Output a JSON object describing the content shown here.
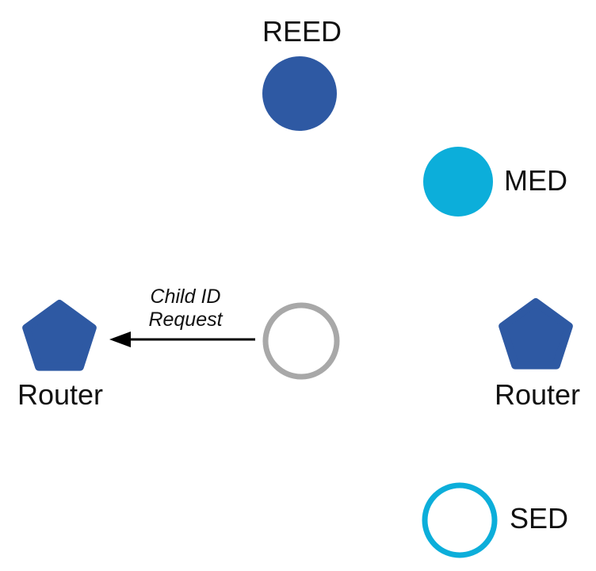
{
  "diagram": {
    "background": "#ffffff",
    "text_color": "#111111",
    "nodes": {
      "reed": {
        "label": "REED",
        "shape": "filled-circle",
        "color": "#2e59a3"
      },
      "med": {
        "label": "MED",
        "shape": "filled-circle",
        "color": "#0caeda"
      },
      "joiner": {
        "label": "",
        "shape": "outlined-circle",
        "color": "#a8a8a8",
        "fill": "#ffffff"
      },
      "router_left": {
        "label": "Router",
        "shape": "pentagon",
        "color": "#2e59a3"
      },
      "router_right": {
        "label": "Router",
        "shape": "pentagon",
        "color": "#2e59a3"
      },
      "sed": {
        "label": "SED",
        "shape": "outlined-circle",
        "color": "#0caeda",
        "fill": "#ffffff"
      }
    },
    "message": {
      "label": "Child ID Request",
      "from": "joiner",
      "to": "router_left",
      "color": "#000000"
    }
  }
}
